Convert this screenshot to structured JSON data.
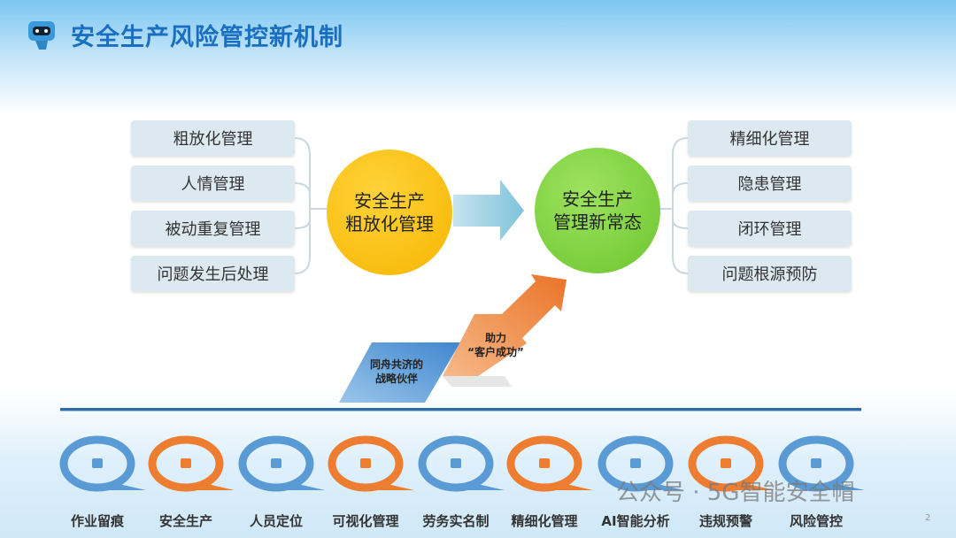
{
  "header": {
    "title": "安全生产风险管控新机制"
  },
  "left_items": [
    "粗放化管理",
    "人情管理",
    "被动重复管理",
    "问题发生后处理"
  ],
  "right_items": [
    "精细化管理",
    "隐患管理",
    "闭环管理",
    "问题根源预防"
  ],
  "center": {
    "from_line1": "安全生产",
    "from_line2": "粗放化管理",
    "to_line1": "安全生产",
    "to_line2": "管理新常态"
  },
  "partner": {
    "line1": "同舟共济的",
    "line2": "战略伙伴"
  },
  "boost": {
    "line1": "助力",
    "line2": "“客户成功”"
  },
  "features": [
    {
      "label": "作业留痕",
      "color": "blue",
      "icon": "document-edit-icon"
    },
    {
      "label": "安全生产",
      "color": "orange",
      "icon": "users-icon"
    },
    {
      "label": "人员定位",
      "color": "blue",
      "icon": "location-pin-icon"
    },
    {
      "label": "可视化管理",
      "color": "orange",
      "icon": "chat-bubble-icon"
    },
    {
      "label": "劳务实名制",
      "color": "blue",
      "icon": "cloud-upload-icon"
    },
    {
      "label": "精细化管理",
      "color": "orange",
      "icon": "user-badge-icon"
    },
    {
      "label": "AI智能分析",
      "color": "blue",
      "icon": "cloud-upload-icon"
    },
    {
      "label": "违规预警",
      "color": "orange",
      "icon": "user-badge-icon"
    },
    {
      "label": "风险管控",
      "color": "blue",
      "icon": "cloud-upload-icon"
    }
  ],
  "colors": {
    "blue": "#5b9bd5",
    "orange": "#ed7d31"
  },
  "watermark": "公众号 · 5G智能安全帽",
  "page_number": "2"
}
